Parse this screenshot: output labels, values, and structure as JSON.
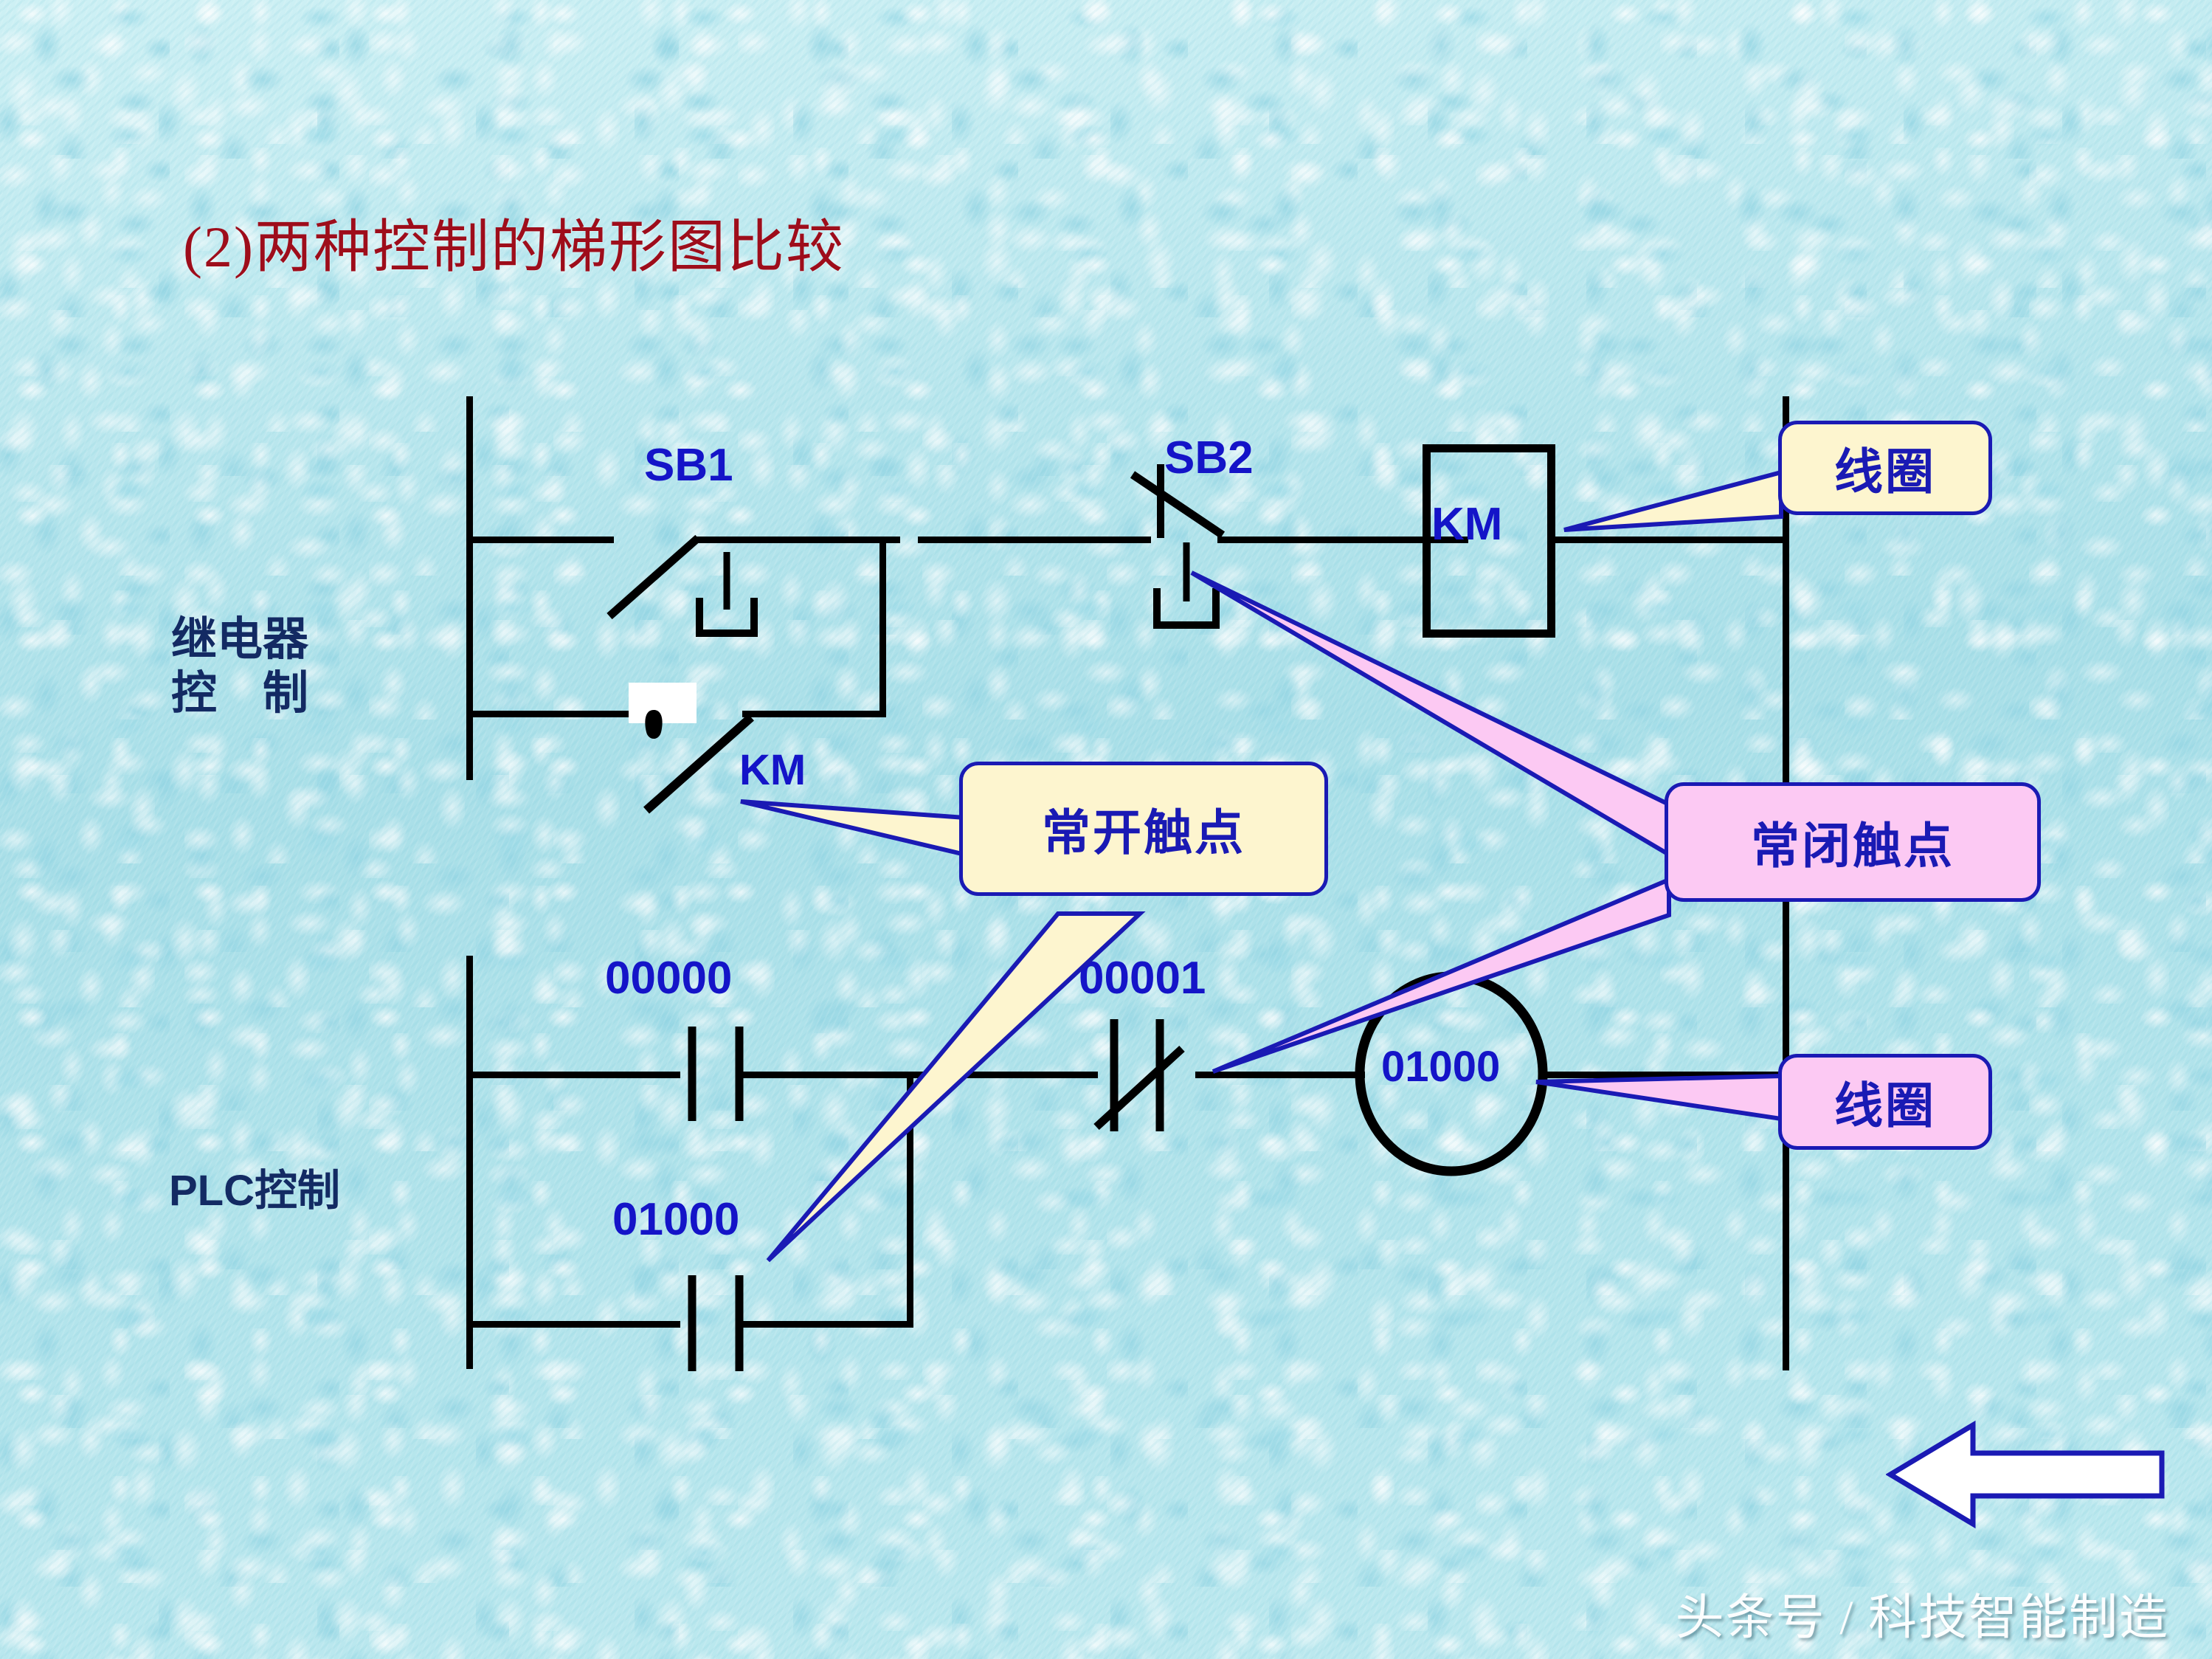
{
  "slide": {
    "title": "(2)两种控制的梯形图比较",
    "title_color": "#9e0d1b",
    "background_color": "#b9e7ec",
    "watermark": "头条号 / 科技智能制造"
  },
  "sections": {
    "relay_label": "继电器\n控　制",
    "plc_label": "PLC控制"
  },
  "relay_circuit": {
    "designators": {
      "sb1": "SB1",
      "sb2": "SB2",
      "km_coil": "KM",
      "km_contact": "KM"
    }
  },
  "plc_ladder": {
    "designators": {
      "input_no": "00000",
      "latch_no": "01000",
      "input_nc": "00001",
      "output_coil": "01000"
    }
  },
  "callouts": [
    {
      "id": "coil-relay",
      "text": "线圈",
      "fill": "#fdf5cf",
      "border": "#1a1ab4"
    },
    {
      "id": "no-contact",
      "text": "常开触点",
      "fill": "#fdf5cf",
      "border": "#1a1ab4"
    },
    {
      "id": "nc-contact",
      "text": "常闭触点",
      "fill": "#fcc9f3",
      "border": "#1a1ab4"
    },
    {
      "id": "coil-plc",
      "text": "线圈",
      "fill": "#fcc9f3",
      "border": "#1a1ab4"
    }
  ],
  "nav": {
    "back_arrow": "left-arrow-icon"
  },
  "colors": {
    "designator_blue": "#1414c8",
    "label_navy": "#132a63",
    "callout_blue": "#1a1ab4",
    "yellow_fill": "#fdf5cf",
    "pink_fill": "#fcc9f3",
    "wire_black": "#000000"
  }
}
